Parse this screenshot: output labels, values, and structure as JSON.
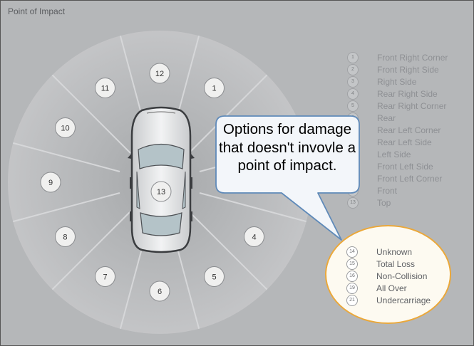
{
  "panel": {
    "title": "Point of Impact"
  },
  "callout": {
    "text": "Options for damage that doesn't invovle a point of impact."
  },
  "colors": {
    "panel_bg": "#b5b7b9",
    "ring_outer": "#c2c3c5",
    "ring_inner": "#a9abad",
    "zone_badge_fill": "#f0f0ef",
    "other_options_border": "#eba83a",
    "other_options_bg": "#fdfaf1",
    "callout_fill": "#f3f6fa",
    "callout_border": "#5f8ab9"
  },
  "zones": [
    {
      "id": "1",
      "label": "Front Right Corner"
    },
    {
      "id": "2",
      "label": "Front Right Side"
    },
    {
      "id": "3",
      "label": "Right Side"
    },
    {
      "id": "4",
      "label": "Rear Right Side"
    },
    {
      "id": "5",
      "label": "Rear Right Corner"
    },
    {
      "id": "6",
      "label": "Rear"
    },
    {
      "id": "7",
      "label": "Rear Left Corner"
    },
    {
      "id": "8",
      "label": "Rear Left Side"
    },
    {
      "id": "9",
      "label": "Left Side"
    },
    {
      "id": "10",
      "label": "Front Left Side"
    },
    {
      "id": "11",
      "label": "Front Left Corner"
    },
    {
      "id": "12",
      "label": "Front"
    },
    {
      "id": "13",
      "label": "Top"
    }
  ],
  "dial_badges": [
    "1",
    "2",
    "3",
    "4",
    "5",
    "6",
    "7",
    "8",
    "9",
    "10",
    "11",
    "12",
    "13"
  ],
  "other_options": [
    {
      "id": "14",
      "label": "Unknown"
    },
    {
      "id": "15",
      "label": "Total Loss"
    },
    {
      "id": "16",
      "label": "Non-Collision"
    },
    {
      "id": "19",
      "label": "All Over"
    },
    {
      "id": "21",
      "label": "Undercarriage"
    }
  ],
  "icons": {
    "vehicle": "car-top-view-icon"
  }
}
